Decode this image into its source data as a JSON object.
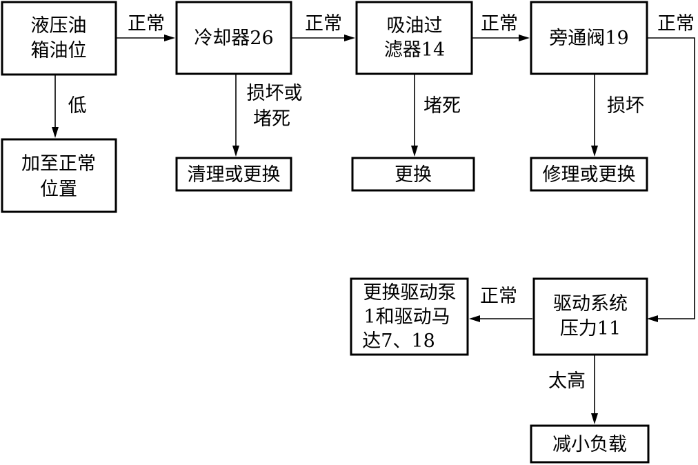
{
  "nodes": {
    "tank_level": [
      "液压油",
      "箱油位"
    ],
    "fill_to_normal": [
      "加至正常",
      "位置"
    ],
    "cooler": [
      "冷却器26"
    ],
    "clean_or_replace": [
      "清理或更换"
    ],
    "suction_filter": [
      "吸油过",
      "滤器14"
    ],
    "replace": [
      "更换"
    ],
    "bypass_valve": [
      "旁通阀19"
    ],
    "repair_or_replace": [
      "修理或更换"
    ],
    "drive_pressure": [
      "驱动系统",
      "压力11"
    ],
    "replace_pump_motor": [
      "更换驱动泵",
      "1和驱动马",
      "达7、18"
    ],
    "reduce_load": [
      "减小负载"
    ]
  },
  "edges": {
    "tank_to_cooler": "正常",
    "cooler_to_filter": "正常",
    "filter_to_bypass": "正常",
    "bypass_to_drive": "正常",
    "tank_low": "低",
    "cooler_fault": [
      "损坏或",
      "堵死"
    ],
    "filter_fault": "堵死",
    "bypass_fault": "损坏",
    "drive_normal": "正常",
    "drive_high": "太高"
  }
}
